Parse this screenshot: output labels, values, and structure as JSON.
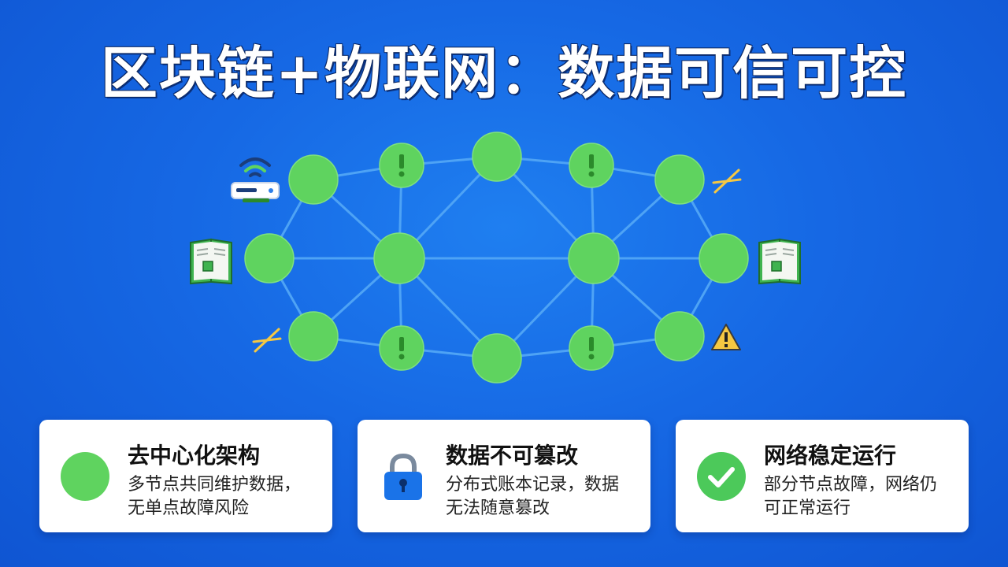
{
  "title": "区块链+物联网：数据可信可控",
  "colors": {
    "background": "#1668e4",
    "node": "#5fd35f",
    "link": "#4ea3f5",
    "alert": "#2b8a2b",
    "lock": "#1a73e8",
    "warning": "#f5c842"
  },
  "diagram": {
    "node_icons": [
      "exclamation-mark",
      "none"
    ],
    "side_icons": [
      "wifi-router-icon",
      "ledger-book-icon",
      "ledger-book-icon",
      "lightning-icon",
      "lightning-icon",
      "warning-triangle-icon"
    ]
  },
  "cards": [
    {
      "icon": "green-dot-icon",
      "title": "去中心化架构",
      "desc_line1": "多节点共同维护数据，",
      "desc_line2": "无单点故障风险"
    },
    {
      "icon": "lock-icon",
      "title": "数据不可篡改",
      "desc_line1": "分布式账本记录，数据",
      "desc_line2": "无法随意篡改"
    },
    {
      "icon": "check-circle-icon",
      "title": "网络稳定运行",
      "desc_line1": "部分节点故障，网络仍",
      "desc_line2": "可正常运行"
    }
  ]
}
